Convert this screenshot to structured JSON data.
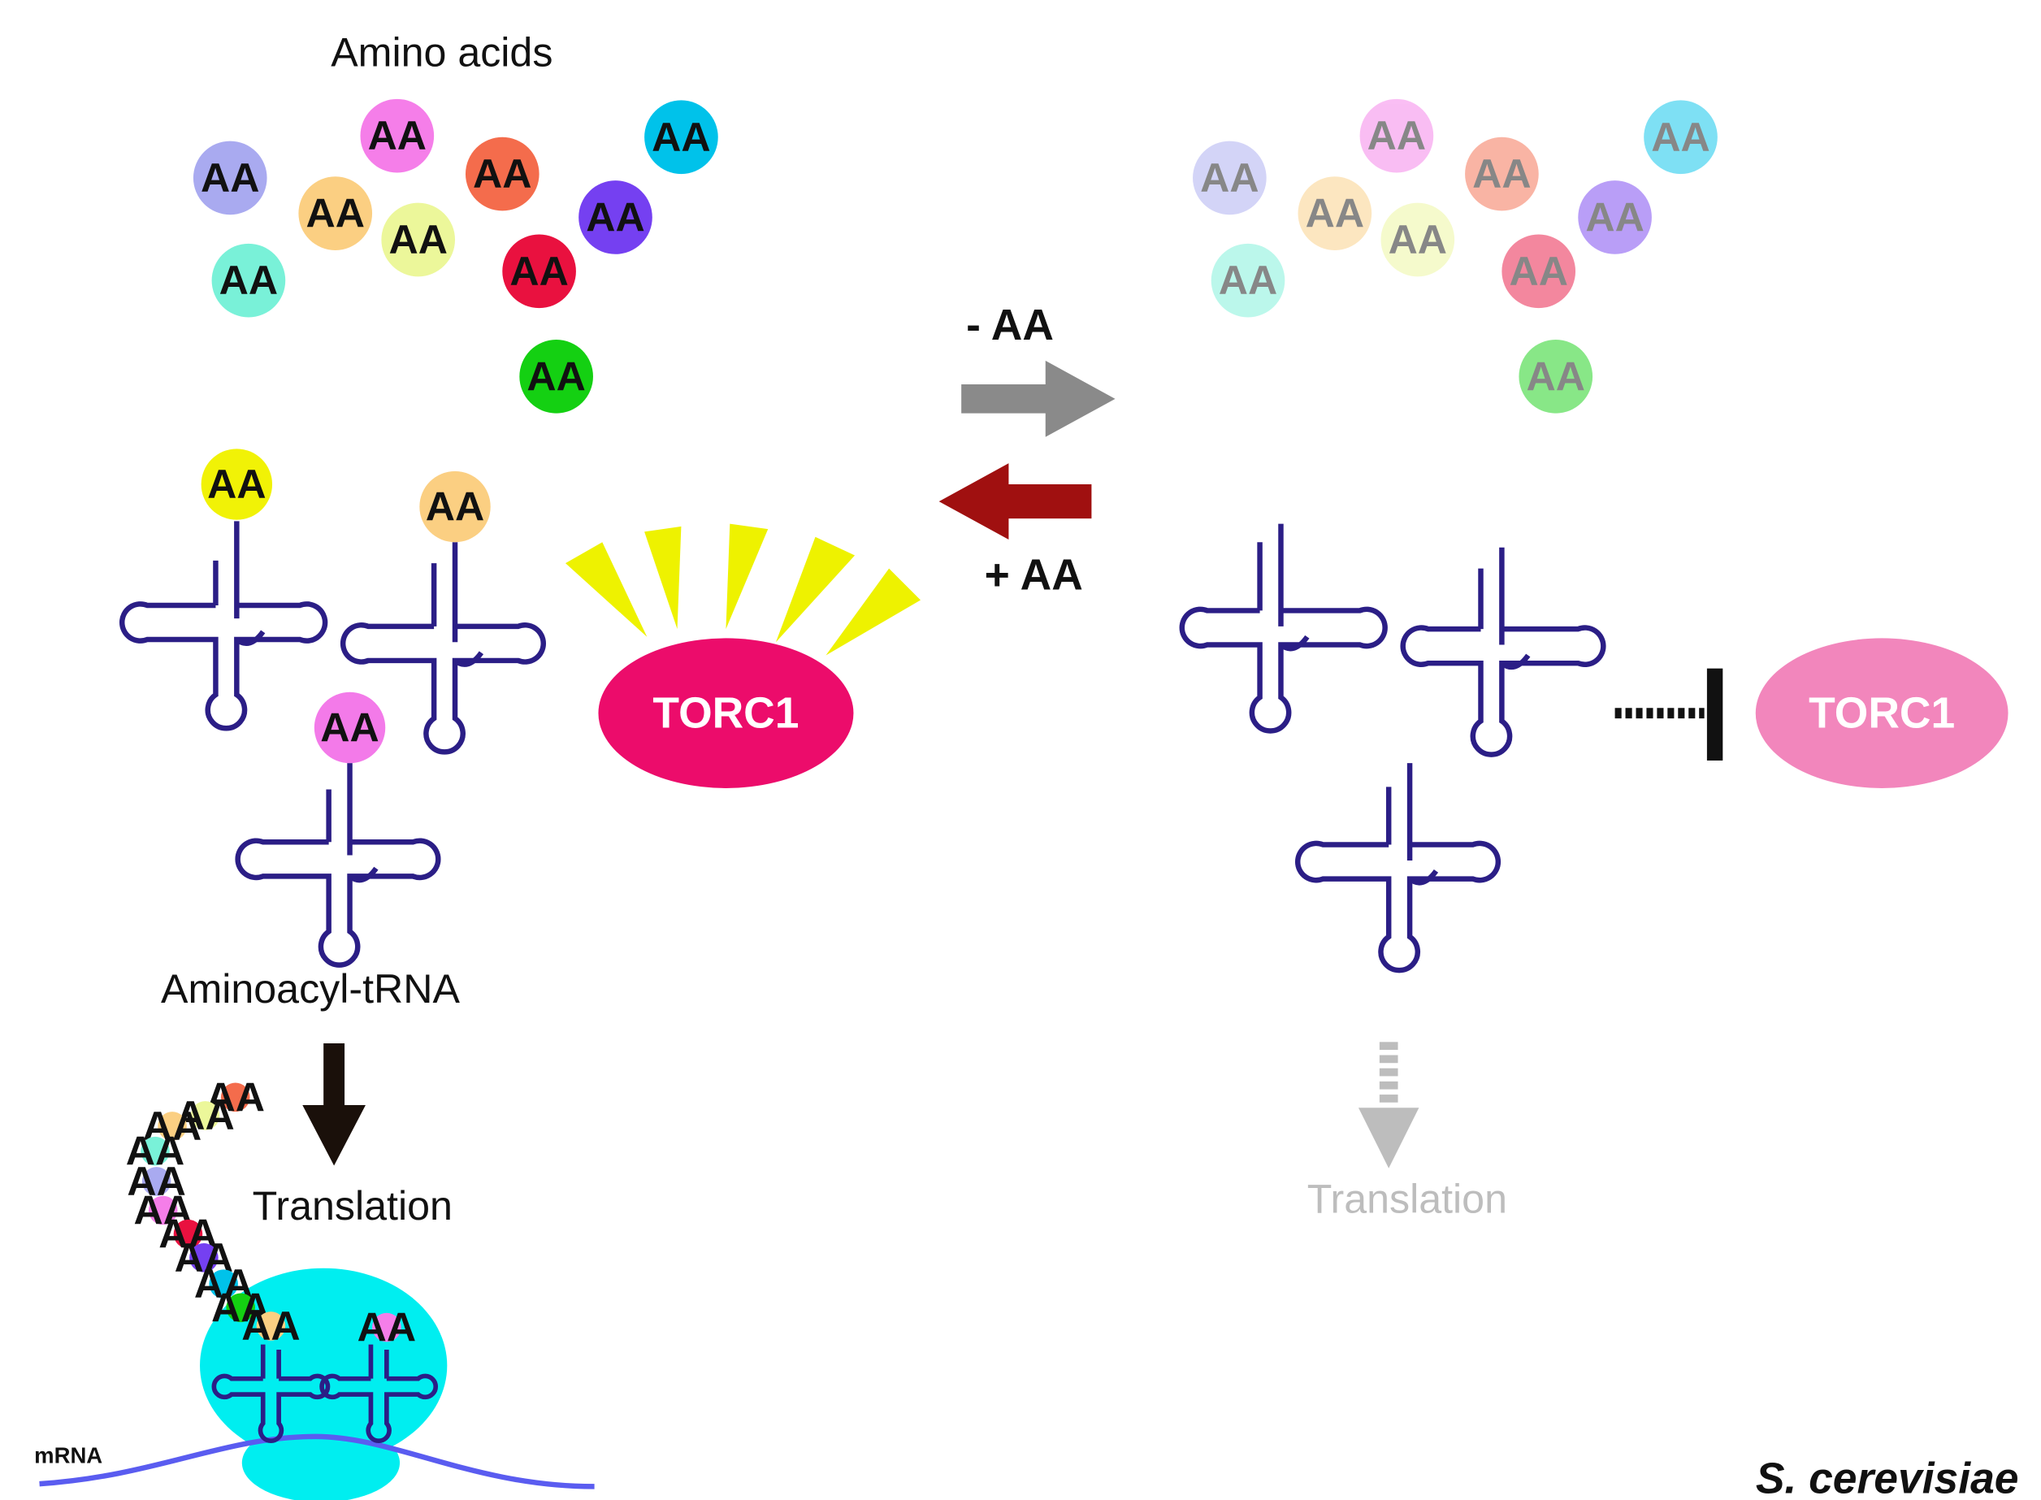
{
  "colors": {
    "trna": "#2b1e86",
    "torc1_active": "#ec0c6b",
    "torc1_inactive": "#f286bc",
    "rays": "#eef200",
    "arrow_minus": "#8a8a8a",
    "arrow_plus": "#a01010",
    "ribosome": "#00eef0",
    "mrna": "#5a5cf0",
    "translation_arrow": "#1a100a",
    "translation_faded": "#bdbdbd"
  },
  "labels": {
    "amino_acids": "Amino acids",
    "aminoacyl_trna": "Aminoacyl-tRNA",
    "translation": "Translation",
    "translation_faded": "Translation",
    "minus_aa": "- AA",
    "plus_aa": "+ AA",
    "torc1_left": "TORC1",
    "torc1_right": "TORC1",
    "mrna": "mRNA",
    "species": "S. cerevisiae"
  },
  "amino_acid_token": "AA",
  "aa_colors": [
    "#a9aaf0",
    "#f57ee9",
    "#fbcf82",
    "#ecf79a",
    "#f46c4c",
    "#7540f1",
    "#00c2ea",
    "#79f1d8",
    "#e9113f",
    "#14d012",
    "#f1f206",
    "#f37ae9"
  ]
}
